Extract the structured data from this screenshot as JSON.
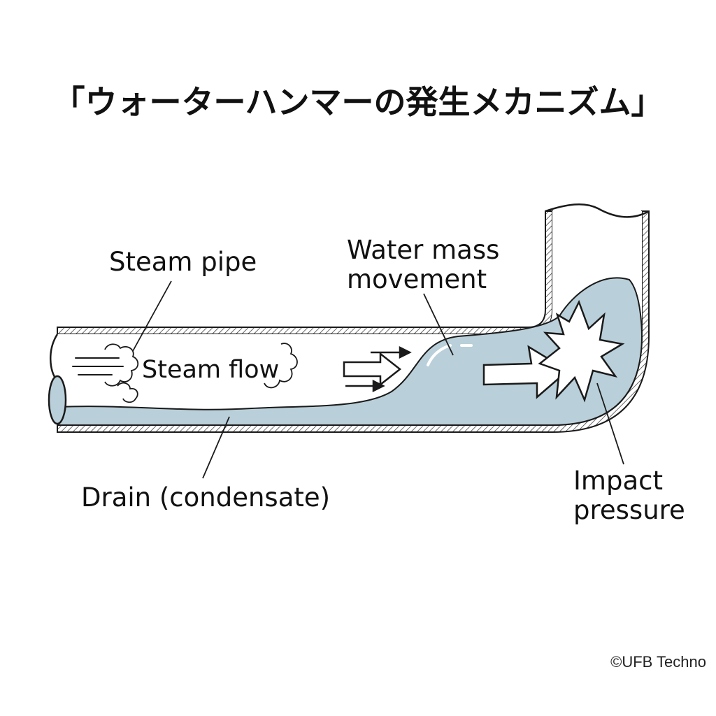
{
  "title": "「ウォーターハンマーの発生メカニズム」",
  "labels": {
    "steam_pipe": "Steam pipe",
    "steam_flow": "Steam flow",
    "water_mass_line1": "Water mass",
    "water_mass_line2": "movement",
    "drain": "Drain (condensate)",
    "impact_line1": "Impact",
    "impact_line2": "pressure"
  },
  "credit": "©UFB Techno",
  "colors": {
    "water": "#b9cfd9",
    "outline": "#1a1a1a",
    "wall_hatch": "#444444",
    "background": "#ffffff"
  }
}
